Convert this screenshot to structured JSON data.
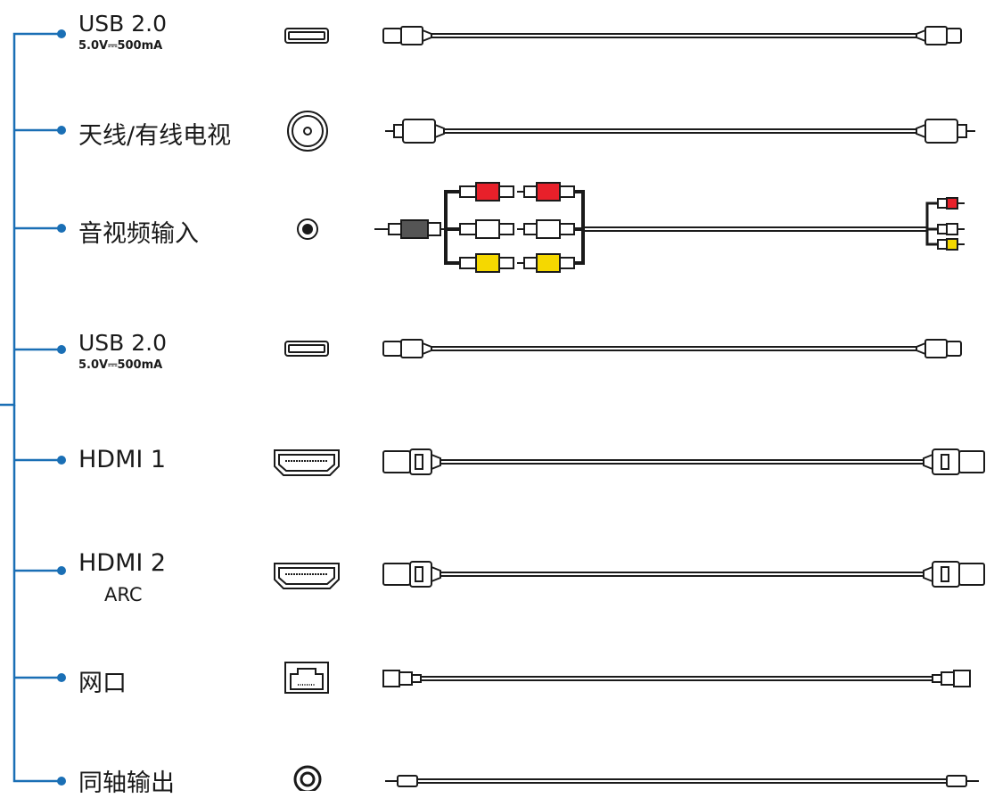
{
  "colors": {
    "bracket": "#1a6fb5",
    "line": "#1a1a1a",
    "rca_red": "#e8202a",
    "rca_white": "#ffffff",
    "rca_yellow": "#f5d800"
  },
  "ports": [
    {
      "id": "usb1",
      "label": "USB  2.0",
      "sublabel": "5.0V⎓500mA",
      "port_icon": "usb-port-icon",
      "cable": "usb-cable"
    },
    {
      "id": "antenna",
      "label": "天线/有线电视",
      "port_icon": "antenna-port-icon",
      "cable": "antenna-cable"
    },
    {
      "id": "av",
      "label": "音视频输入",
      "port_icon": "av-jack-icon",
      "cable": "av-rca-cable"
    },
    {
      "id": "usb2",
      "label": "USB  2.0",
      "sublabel": "5.0V⎓500mA",
      "port_icon": "usb-port-icon",
      "cable": "usb-cable"
    },
    {
      "id": "hdmi1",
      "label": "HDMI 1",
      "port_icon": "hdmi-port-icon",
      "cable": "hdmi-cable"
    },
    {
      "id": "hdmi2",
      "label": "HDMI 2",
      "sublabel": "ARC",
      "port_icon": "hdmi-port-icon",
      "cable": "hdmi-cable"
    },
    {
      "id": "lan",
      "label": "网口",
      "port_icon": "ethernet-port-icon",
      "cable": "ethernet-cable"
    },
    {
      "id": "coax",
      "label": "同轴输出",
      "port_icon": "coaxial-port-icon",
      "cable": "coaxial-cable"
    }
  ]
}
